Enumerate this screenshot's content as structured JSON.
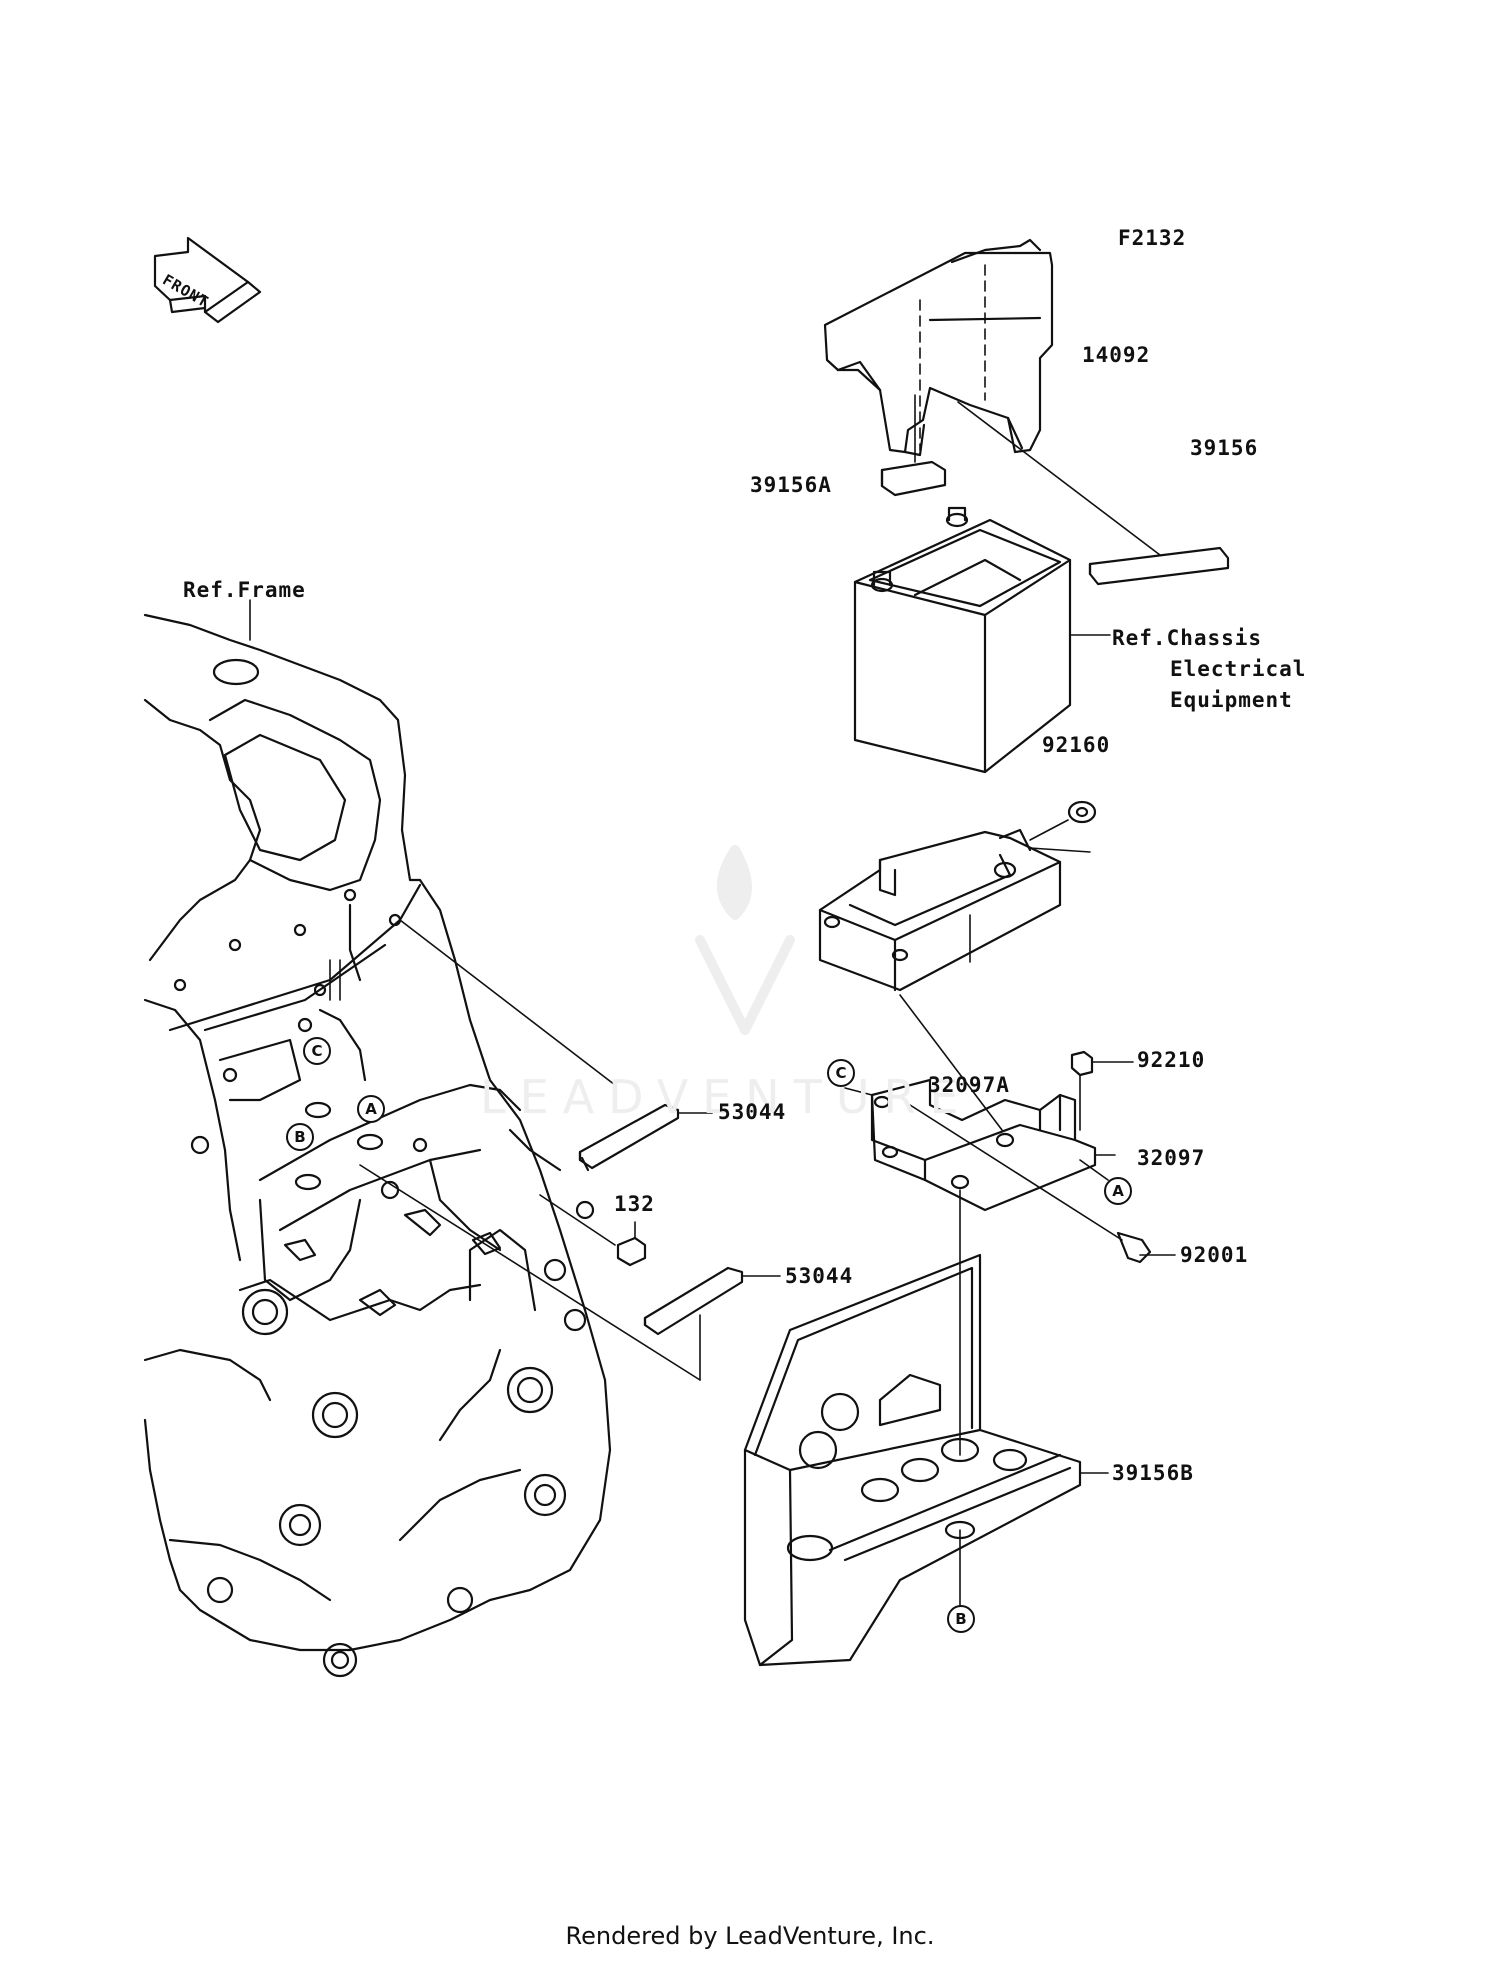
{
  "diagram": {
    "figure_code": "F2132",
    "front_label": "FRONT",
    "footer": "Rendered by LeadVenture, Inc.",
    "watermark": "LEADVENTURE",
    "colors": {
      "line": "#111111",
      "background": "#ffffff",
      "watermark": "#eeeeee"
    },
    "parts": {
      "p14092": "14092",
      "p39156": "39156",
      "p39156A": "39156A",
      "p92160": "92160",
      "p32097A": "32097A",
      "p92210": "92210",
      "p32097": "32097",
      "p92001": "92001",
      "p53044_top": "53044",
      "p53044_bottom": "53044",
      "p132": "132",
      "p39156B": "39156B"
    },
    "references": {
      "frame": "Ref.Frame",
      "chassis_line1": "Ref.Chassis",
      "chassis_line2": "Electrical",
      "chassis_line3": "Equipment"
    },
    "markers": {
      "c_frame": "C",
      "a_frame": "A",
      "b_frame": "B",
      "c_bracket": "C",
      "a_bracket": "A",
      "b_cover": "B"
    }
  }
}
